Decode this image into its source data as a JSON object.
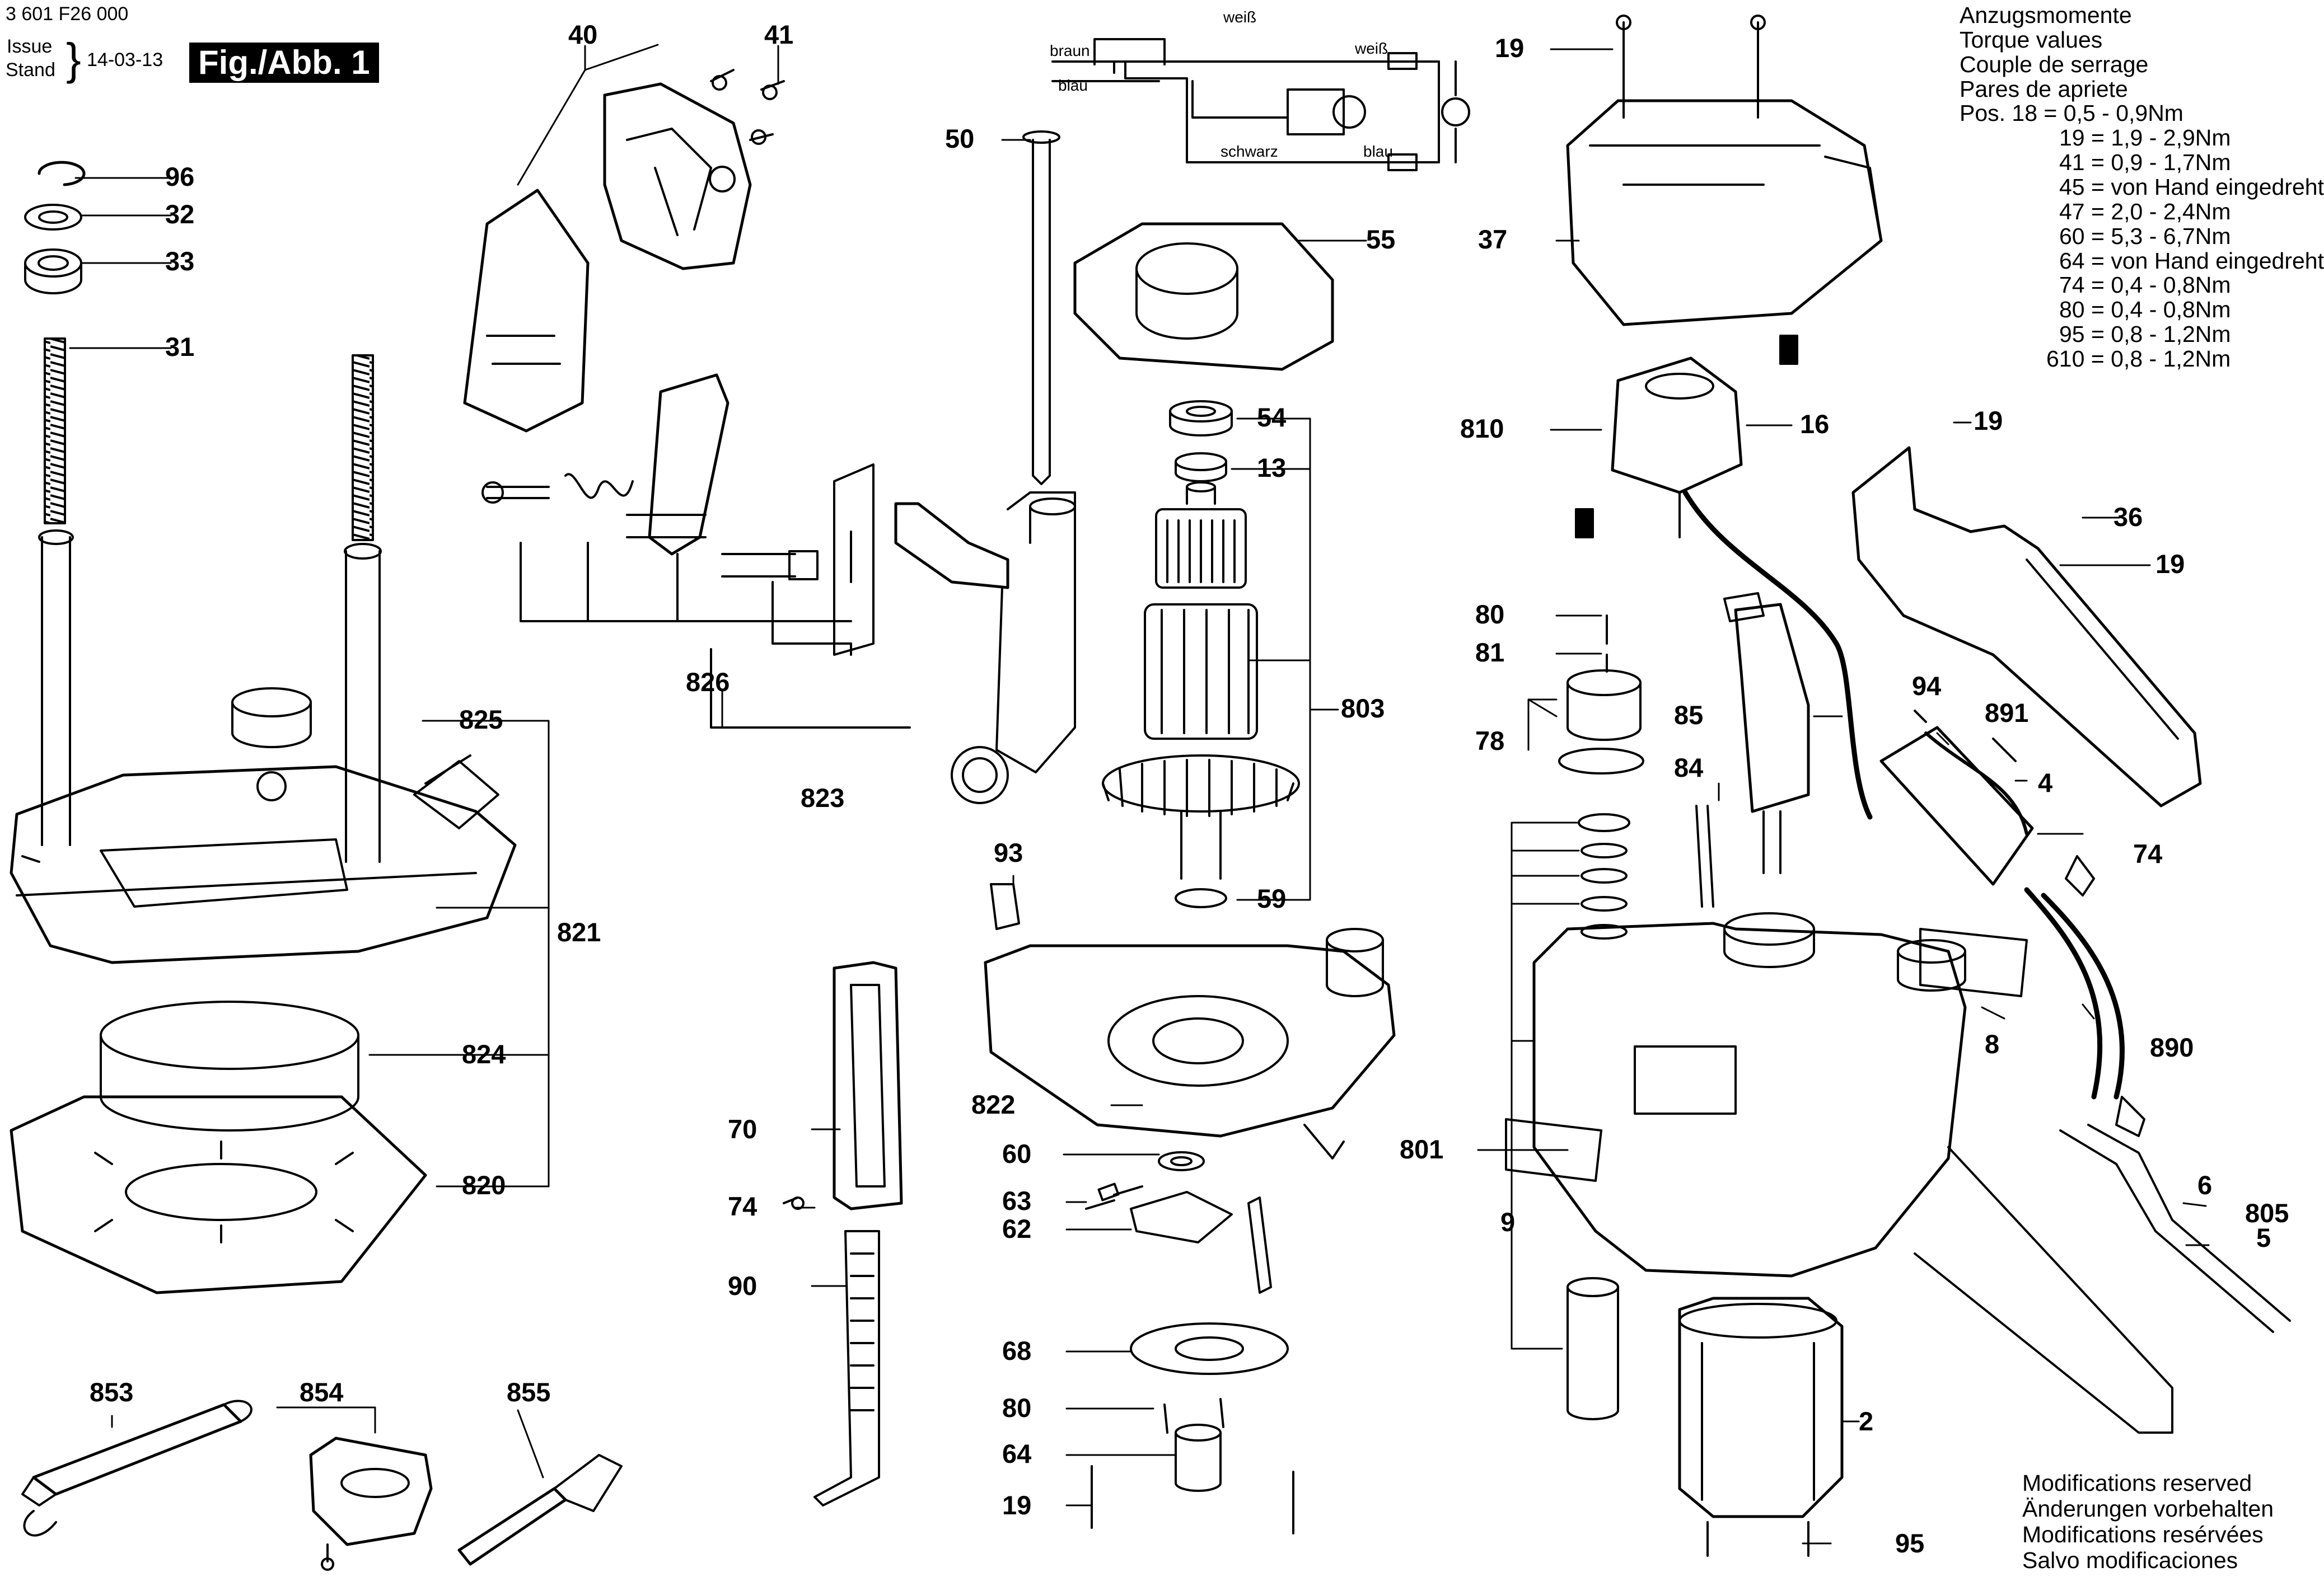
{
  "header": {
    "doc_number": "3 601 F26 000",
    "issue_label": "Issue",
    "stand_label": "Stand",
    "date": "14-03-13",
    "figure_label": "Fig./Abb. 1"
  },
  "torque": {
    "lines": [
      "Anzugsmomente",
      "Torque values",
      "Couple de serrage",
      "Pares de apriete",
      "Pos. 18 = 0,5 - 0,9Nm",
      "19 = 1,9 - 2,9Nm",
      "41 = 0,9 - 1,7Nm",
      "45 = von Hand eingedreht",
      "47 = 2,0 - 2,4Nm",
      "60 = 5,3 - 6,7Nm",
      "64 = von Hand eingedreht",
      "74 = 0,4 - 0,8Nm",
      "80 = 0,4 - 0,8Nm",
      "95 = 0,8 - 1,2Nm",
      "610 = 0,8 - 1,2Nm"
    ]
  },
  "modifications": [
    "Modifications reserved",
    "Änderungen vorbehalten",
    "Modifications resérvées",
    "Salvo modificaciones"
  ],
  "wiring": {
    "braun": "braun",
    "blau": "blau",
    "weiss_top": "weiß",
    "weiss_right": "weiß",
    "schwarz": "schwarz",
    "blau_bottom": "blau"
  },
  "labels": {
    "p96": "96",
    "p32": "32",
    "p33": "33",
    "p31": "31",
    "p40": "40",
    "p41": "41",
    "p50": "50",
    "p55": "55",
    "p19_top": "19",
    "p37": "37",
    "p810": "810",
    "p16": "16",
    "p19_mid": "19",
    "p36": "36",
    "p19_right": "19",
    "p54": "54",
    "p13": "13",
    "p803": "803",
    "p59": "59",
    "p826": "826",
    "p823": "823",
    "p825": "825",
    "p821": "821",
    "p824": "824",
    "p820": "820",
    "p80_a": "80",
    "p81": "81",
    "p78": "78",
    "p85": "85",
    "p84": "84",
    "p94": "94",
    "p891": "891",
    "p4": "4",
    "p74_right": "74",
    "p8": "8",
    "p890": "890",
    "p801": "801",
    "p9": "9",
    "p6": "6",
    "p805": "805",
    "p5": "5",
    "p2": "2",
    "p95": "95",
    "p93": "93",
    "p822": "822",
    "p70": "70",
    "p74_left": "74",
    "p60": "60",
    "p63": "63",
    "p62": "62",
    "p90": "90",
    "p68": "68",
    "p80_b": "80",
    "p64": "64",
    "p19_bottom": "19",
    "p853": "853",
    "p854": "854",
    "p855": "855"
  }
}
